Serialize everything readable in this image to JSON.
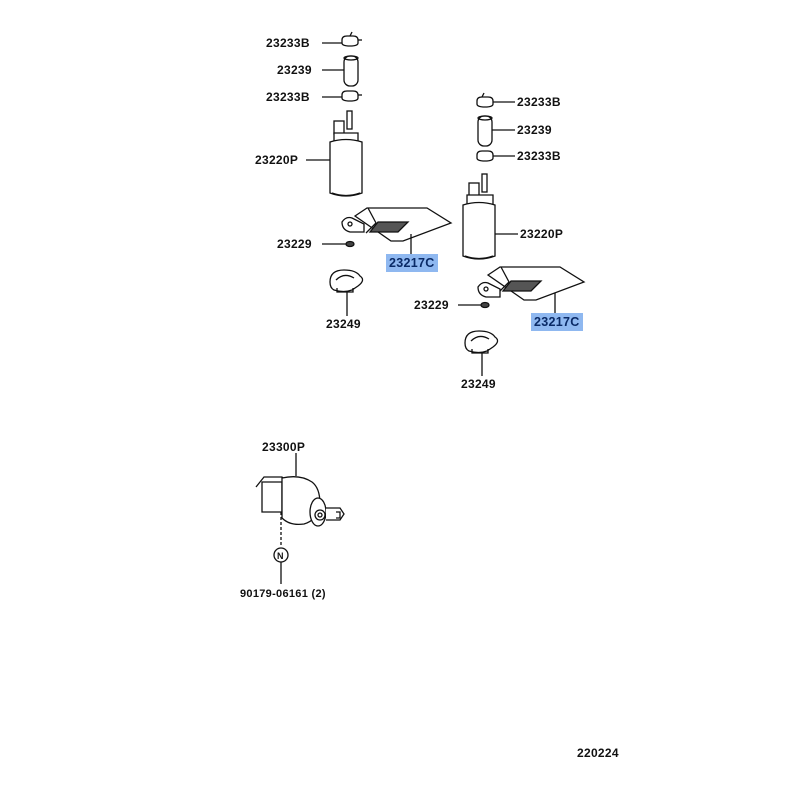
{
  "diagram": {
    "type": "parts-exploded-view",
    "highlight_color": "#8fb8f0",
    "highlight_text_color": "#0a2a66",
    "figure_code": "220224"
  },
  "left_assembly": {
    "cap_top": "23233B",
    "hose": "23239",
    "cap_bottom": "23233B",
    "pump": "23220P",
    "gasket": "23229",
    "filter": "23217C",
    "bracket": "23249"
  },
  "right_assembly": {
    "cap_top": "23233B",
    "hose": "23239",
    "cap_bottom": "23233B",
    "pump": "23220P",
    "gasket": "23229",
    "filter": "23217C",
    "bracket": "23249"
  },
  "fuel_filter": {
    "part": "23300P",
    "nut": "90179-06161 (2)",
    "nut_symbol": "N"
  }
}
